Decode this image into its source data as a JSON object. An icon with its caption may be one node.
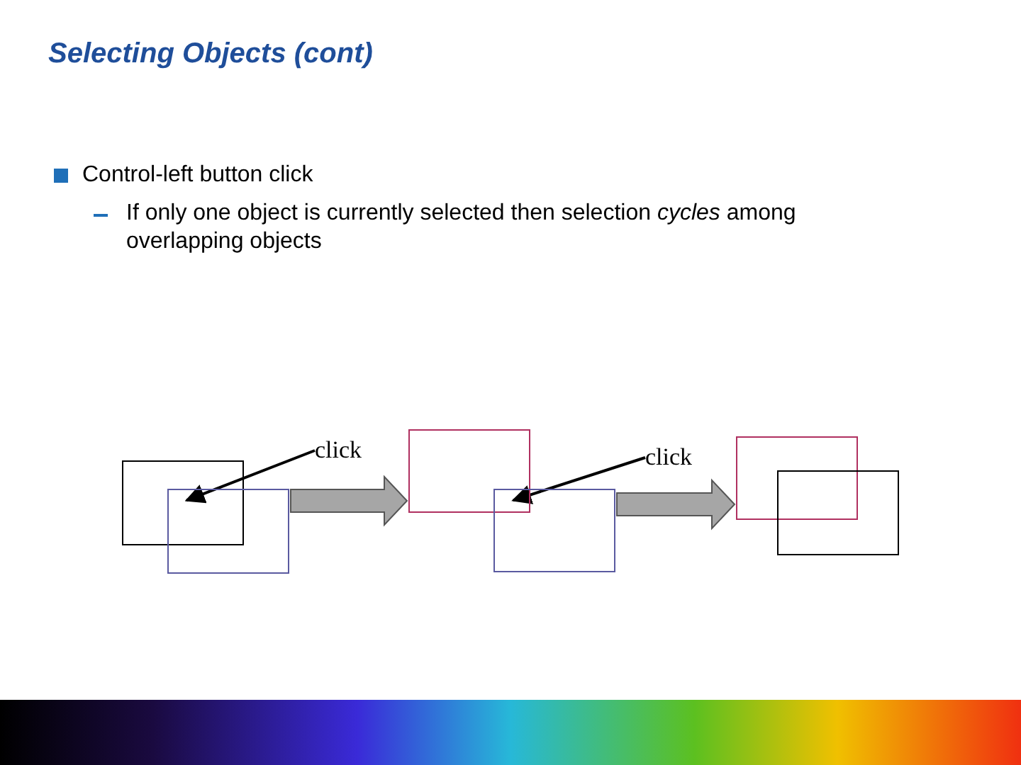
{
  "diagram": {
    "title": "Selecting Objects (cont)",
    "nodes": [
      {
        "text": [],
        "shape": "box"
      },
      {
        "text": [],
        "shape": "box"
      },
      {
        "text": [
          "click"
        ]
      },
      {
        "text": [],
        "shape": "box"
      },
      {
        "text": [],
        "shape": "box"
      },
      {
        "text": [
          "click"
        ]
      },
      {
        "text": [],
        "shape": "box"
      },
      {
        "text": [],
        "shape": "box"
      }
    ],
    "edges": [
      {
        "from": 2,
        "to": 0,
        "arrow": "to"
      },
      {
        "from": 1,
        "to": 3,
        "arrow": "to",
        "style": "thick",
        "color": "#a6a6a6"
      },
      {
        "from": 5,
        "to": 3,
        "arrow": "to"
      },
      {
        "from": 4,
        "to": 6,
        "arrow": "to",
        "style": "thick",
        "color": "#a6a6a6"
      }
    ],
    "labels": [
      "Control-left button click",
      "If only one object is currently selected then selection *cycles* among overlapping objects"
    ]
  }
}
